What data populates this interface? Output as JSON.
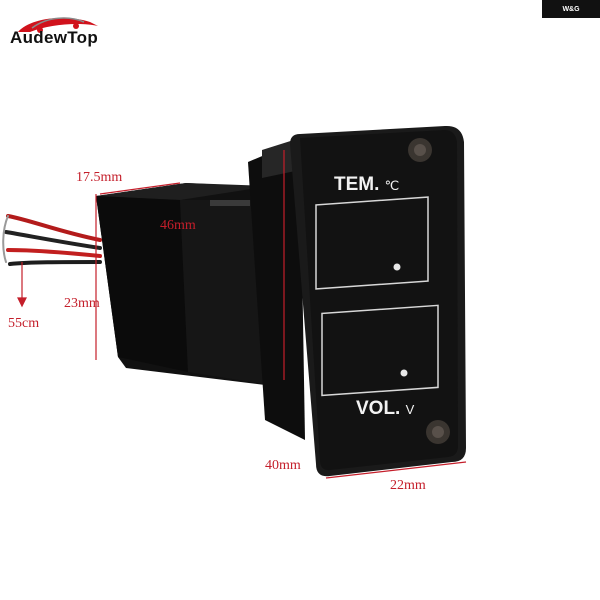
{
  "brand": {
    "name": "AudewTop"
  },
  "corner_badge": "W&G",
  "dimensions": {
    "depth": "17.5mm",
    "length": "46mm",
    "side_height": "23mm",
    "cable": "55cm",
    "height": "40mm",
    "width": "22mm"
  },
  "display": {
    "top_label": "TEM.",
    "top_unit": "℃",
    "bottom_label": "VOL.",
    "bottom_unit": "V"
  },
  "colors": {
    "dimension_text": "#c41e2a",
    "panel": "#1a1a1a",
    "body": "#0f0f0f"
  }
}
